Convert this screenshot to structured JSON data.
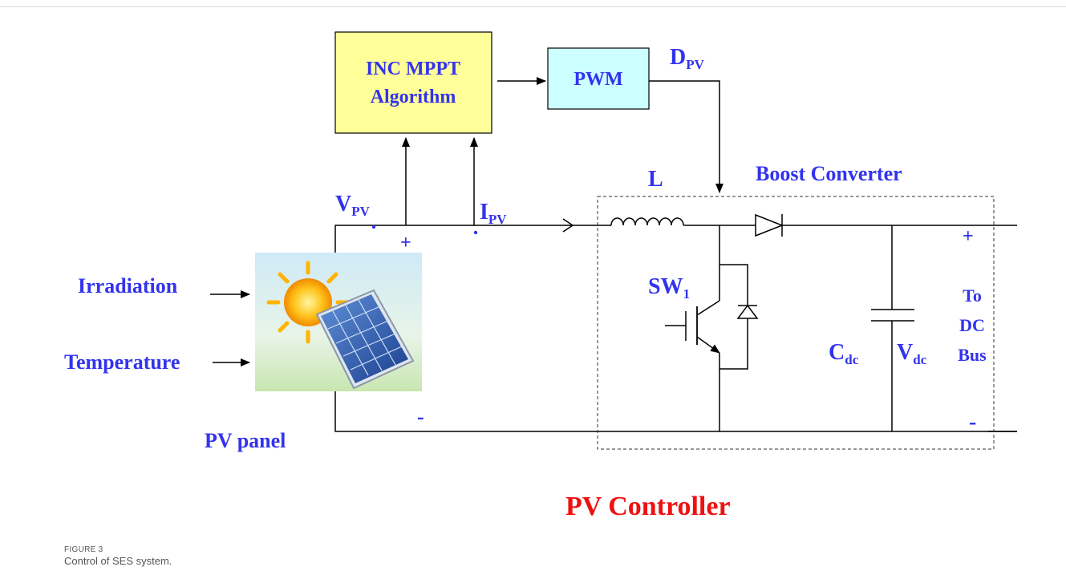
{
  "diagram": {
    "blocks": {
      "mppt_line1": "INC MPPT",
      "mppt_line2": "Algorithm",
      "pwm": "PWM"
    },
    "labels": {
      "d_main": "D",
      "d_sub": "PV",
      "v_main": "V",
      "v_sub": "PV",
      "i_main": "I",
      "i_sub": "PV",
      "inductor": "L",
      "boost": "Boost Converter",
      "sw_main": "SW",
      "sw_sub": "1",
      "c_main": "C",
      "c_sub": "dc",
      "vdc_main": "V",
      "vdc_sub": "dc",
      "to1": "To",
      "to2": "DC",
      "to3": "Bus",
      "irradiation": "Irradiation",
      "temperature": "Temperature",
      "pv_panel": "PV panel",
      "plus_left": "+",
      "minus_left": "-",
      "plus_right": "+",
      "minus_right": "-",
      "controller": "PV Controller"
    },
    "colors": {
      "label": "#3333ee",
      "controller": "#ee1111",
      "mppt_fill": "#ffff99",
      "pwm_fill": "#ccffff"
    }
  },
  "caption": {
    "figure": "FIGURE 3",
    "text": "Control of SES system."
  }
}
